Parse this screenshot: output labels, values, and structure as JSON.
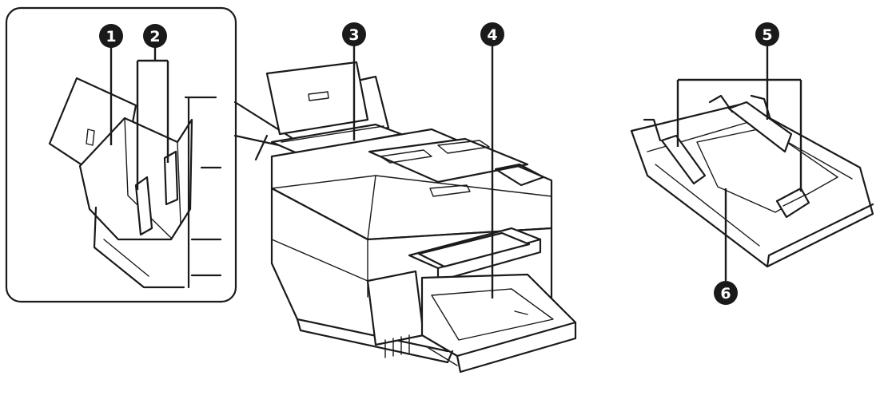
{
  "callouts": {
    "c1": {
      "number": "1"
    },
    "c2": {
      "number": "2"
    },
    "c3": {
      "number": "3"
    },
    "c4": {
      "number": "4"
    },
    "c5": {
      "number": "5"
    },
    "c6": {
      "number": "6"
    }
  },
  "colors": {
    "line": "#1a1a1a",
    "callout_fill": "#1a1a1a",
    "callout_text": "#ffffff",
    "background": "#ffffff"
  }
}
